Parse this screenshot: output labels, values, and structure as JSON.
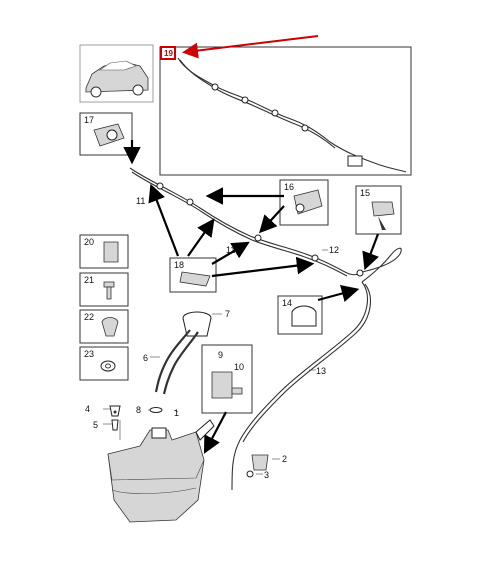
{
  "callouts": {
    "c1": "1",
    "c2": "2",
    "c3": "3",
    "c4": "4",
    "c5": "5",
    "c6": "6",
    "c7": "7",
    "c8": "8",
    "c9": "9",
    "c10": "10",
    "c11a": "11",
    "c11b": "11",
    "c12": "12",
    "c13": "13"
  },
  "boxes": {
    "b14": "14",
    "b15": "15",
    "b16": "16",
    "b17": "17",
    "b18": "18",
    "b20": "20",
    "b21": "21",
    "b22": "22",
    "b23": "23"
  },
  "badge": {
    "label": "19",
    "color": "#cc0000"
  },
  "colors": {
    "highlight": "#cc0000",
    "line": "#333333"
  }
}
